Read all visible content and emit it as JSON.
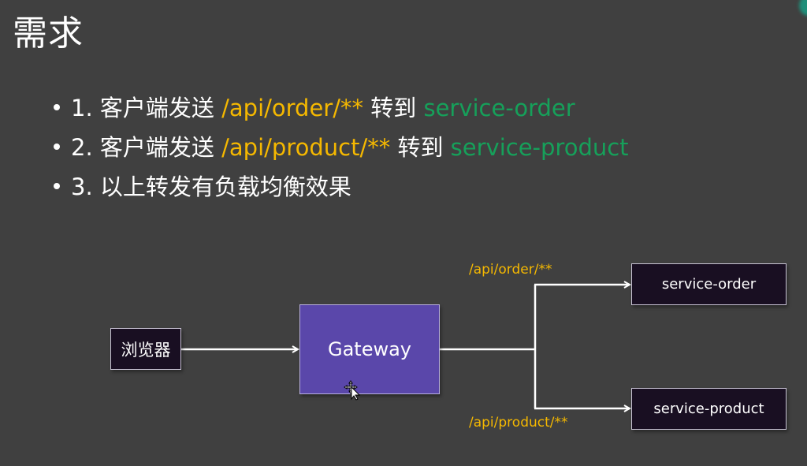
{
  "slide": {
    "title": "需求",
    "bullets": [
      {
        "number": "1.",
        "prefix": "客户端发送",
        "path": "/api/order/**",
        "verb": "转到",
        "target": "service-order"
      },
      {
        "number": "2.",
        "prefix": "客户端发送",
        "path": "/api/product/**",
        "verb": "转到",
        "target": "service-product"
      },
      {
        "number": "3.",
        "text": "以上转发有负载均衡效果"
      }
    ]
  },
  "diagram": {
    "nodes": {
      "browser": "浏览器",
      "gateway": "Gateway",
      "service_order": "service-order",
      "service_product": "service-product"
    },
    "routes": {
      "order": "/api/order/**",
      "product": "/api/product/**"
    }
  },
  "colors": {
    "background": "#404040",
    "path_highlight": "#f5b800",
    "service_highlight": "#16a05a",
    "gateway_fill": "#5a47aa",
    "node_fill": "#190f22"
  }
}
